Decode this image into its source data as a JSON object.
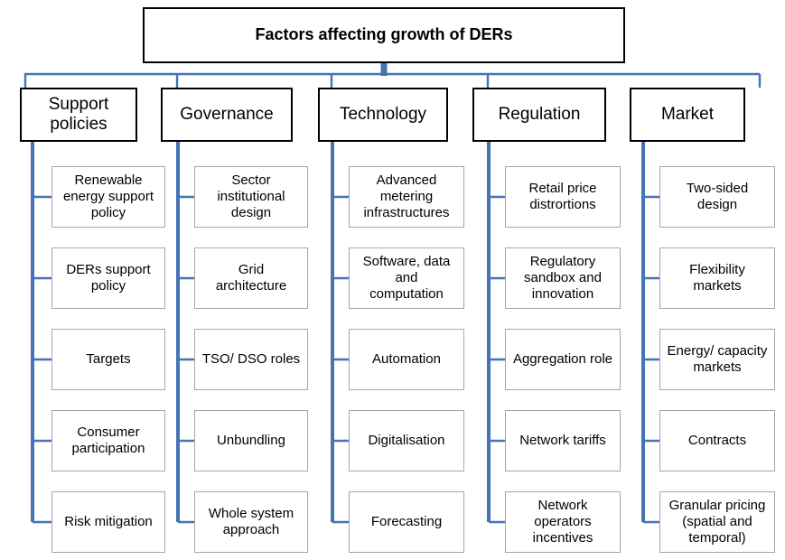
{
  "diagram": {
    "title": "Factors affecting growth of DERs",
    "type": "hierarchy-tree",
    "root_label": "Factors affecting growth of DERs",
    "colors": {
      "connector": "#4573b4",
      "root_border": "#000000",
      "category_border": "#000000",
      "leaf_border": "#a6a6a6",
      "box_fill": "#ffffff",
      "text": "#000000"
    },
    "columns": [
      {
        "id": "support-policies",
        "category": "Support\npolicies",
        "category_plain": "Support policies",
        "leaves": [
          "Renewable\nenergy support\npolicy",
          "DERs support\npolicy",
          "Targets",
          "Consumer\nparticipation",
          "Risk mitigation"
        ]
      },
      {
        "id": "governance",
        "category": "Governance",
        "category_plain": "Governance",
        "leaves": [
          "Sector\ninstitutional\ndesign",
          "Grid\narchitecture",
          "TSO/ DSO roles",
          "Unbundling",
          "Whole system\napproach"
        ]
      },
      {
        "id": "technology",
        "category": "Technology",
        "category_plain": "Technology",
        "leaves": [
          "Advanced\nmetering\ninfrastructures",
          "Software, data\nand\ncomputation",
          "Automation",
          "Digitalisation",
          "Forecasting"
        ]
      },
      {
        "id": "regulation",
        "category": "Regulation",
        "category_plain": "Regulation",
        "leaves": [
          "Retail price\ndistrortions",
          "Regulatory\nsandbox and\ninnovation",
          "Aggregation role",
          "Network tariffs",
          "Network\noperators\nincentives"
        ]
      },
      {
        "id": "market",
        "category": "Market",
        "category_plain": "Market",
        "leaves": [
          "Two-sided\ndesign",
          "Flexibility\nmarkets",
          "Energy/ capacity\nmarkets",
          "Contracts",
          "Granular pricing\n(spatial and\ntemporal)"
        ]
      }
    ]
  }
}
